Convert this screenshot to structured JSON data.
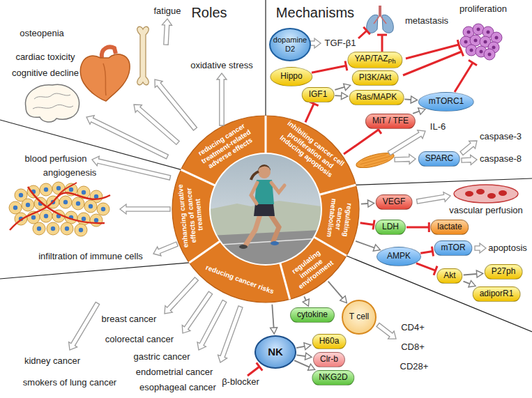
{
  "diagram": {
    "nodes": [
      {
        "text": [
          "reducing cancer treatment-related adverse effects"
        ]
      },
      {
        "text": [
          "inhibiting cancer cell proliferation and Inducing apoptosis"
        ]
      },
      {
        "text": [
          "regulating cancer metabolism"
        ]
      },
      {
        "text": [
          "regulating immune environment"
        ]
      },
      {
        "text": [
          "reducing cancer risks"
        ]
      },
      {
        "text": [
          "enhancing curative effects of cancer treatment"
        ]
      },
      {
        "text": [
          "dopamine",
          "D2"
        ]
      },
      {
        "text": [
          "Hippo"
        ]
      },
      {
        "text": [
          "YAP/TAZ",
          "Ph"
        ]
      },
      {
        "text": [
          "IGF1"
        ]
      },
      {
        "text": [
          "PI3K/Akt"
        ]
      },
      {
        "text": [
          "Ras/MAPK"
        ]
      },
      {
        "text": [
          "mTORC1"
        ]
      },
      {
        "text": [
          "MiT / TFE"
        ]
      },
      {
        "text": [
          "SPARC"
        ]
      },
      {
        "text": [
          "VEGF"
        ]
      },
      {
        "text": [
          "LDH"
        ]
      },
      {
        "text": [
          "lactate"
        ]
      },
      {
        "text": [
          "AMPK"
        ]
      },
      {
        "text": [
          "mTOR"
        ]
      },
      {
        "text": [
          "Akt"
        ]
      },
      {
        "text": [
          "P27ph"
        ]
      },
      {
        "text": [
          "adiporR1"
        ]
      },
      {
        "text": [
          "T cell"
        ]
      },
      {
        "text": [
          "cytokine"
        ]
      },
      {
        "text": [
          "NK"
        ]
      },
      {
        "text": [
          "H60a"
        ]
      },
      {
        "text": [
          "Clr-b"
        ]
      },
      {
        "text": [
          "NKG2D"
        ]
      }
    ],
    "edges": [
      {
        "from": 7,
        "to": 8,
        "arrow": "to"
      },
      {
        "from": 1,
        "to": 9,
        "arrow": "to"
      },
      {
        "from": 9,
        "to": 10,
        "arrow": "to"
      },
      {
        "from": 9,
        "to": 11,
        "arrow": "to"
      },
      {
        "from": 11,
        "to": 12,
        "arrow": "to"
      },
      {
        "from": 1,
        "to": 13,
        "arrow": "to"
      },
      {
        "from": 13,
        "to": 12,
        "arrow": "to"
      },
      {
        "from": 2,
        "to": 15,
        "arrow": "to"
      },
      {
        "from": 2,
        "to": 16,
        "arrow": "to"
      },
      {
        "from": 16,
        "to": 17,
        "arrow": "to"
      },
      {
        "from": 2,
        "to": 18,
        "arrow": "to"
      },
      {
        "from": 18,
        "to": 19,
        "arrow": "to"
      },
      {
        "from": 18,
        "to": 20,
        "arrow": "to"
      },
      {
        "from": 20,
        "to": 21,
        "arrow": "to"
      },
      {
        "from": 20,
        "to": 22,
        "arrow": "to"
      },
      {
        "from": 3,
        "to": 23,
        "arrow": "to"
      },
      {
        "from": 3,
        "to": 24,
        "arrow": "to"
      },
      {
        "from": 3,
        "to": 25,
        "arrow": "to"
      },
      {
        "from": 25,
        "to": 26,
        "arrow": "to"
      },
      {
        "from": 25,
        "to": 27,
        "arrow": "to"
      },
      {
        "from": 25,
        "to": 28,
        "arrow": "to"
      }
    ],
    "labels": [
      "Roles",
      "Mechanisms",
      "fatigue",
      "osteopenia",
      "oxidative stress",
      "cardiac toxicity",
      "cognitive decline",
      "blood perfusion",
      "angiogenesis",
      "infiltration of immune cells",
      "breast cancer",
      "colorectal cancer",
      "gastric cancer",
      "endometrial cancer",
      "kidney cancer",
      "smokers of lung cancer",
      "esophageal cancer",
      "metastasis",
      "proliferation",
      "TGF-β1",
      "IL-6",
      "caspase-3",
      "caspase-8",
      "vascular perfusion",
      "apoptosis",
      "CD4+",
      "CD8+",
      "CD28+",
      "β-blocker"
    ]
  }
}
